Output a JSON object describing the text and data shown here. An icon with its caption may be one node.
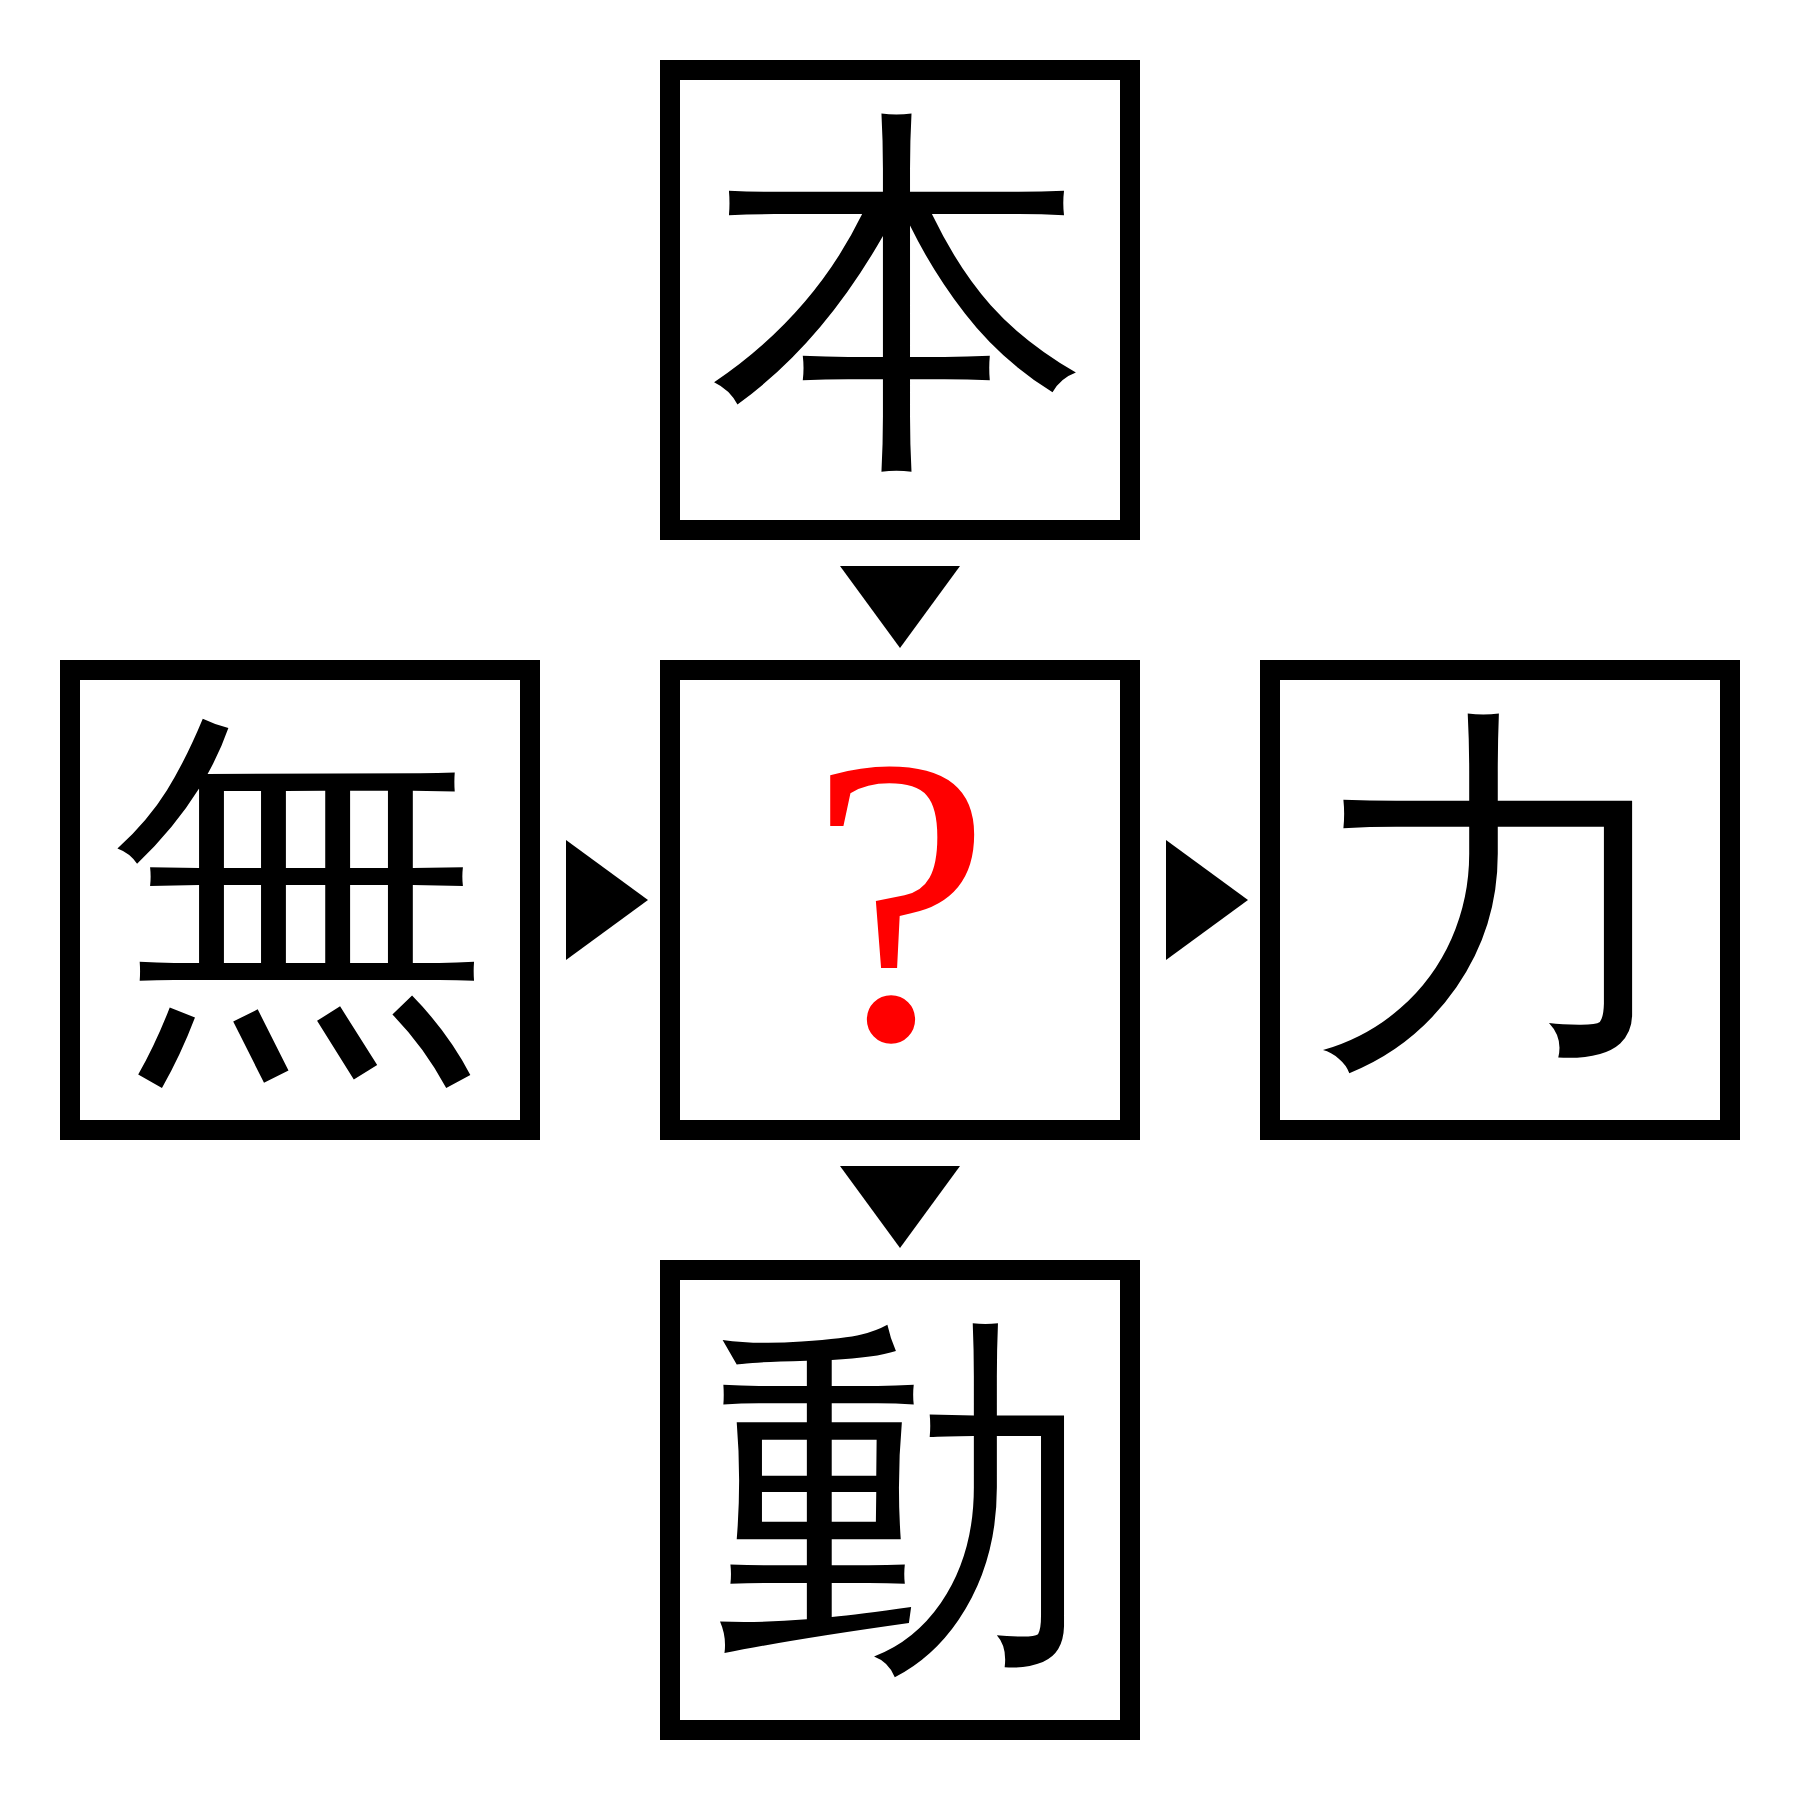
{
  "diagram": {
    "nodes": [
      {
        "text": [
          "本"
        ]
      },
      {
        "text": [
          "無"
        ]
      },
      {
        "text": [
          "?"
        ]
      },
      {
        "text": [
          "力"
        ]
      },
      {
        "text": [
          "動"
        ]
      }
    ],
    "edges": [
      {
        "from": 0,
        "to": 2,
        "arrow": "to"
      },
      {
        "from": 1,
        "to": 2,
        "arrow": "to"
      },
      {
        "from": 2,
        "to": 3,
        "arrow": "to"
      },
      {
        "from": 2,
        "to": 4,
        "arrow": "to"
      }
    ]
  }
}
